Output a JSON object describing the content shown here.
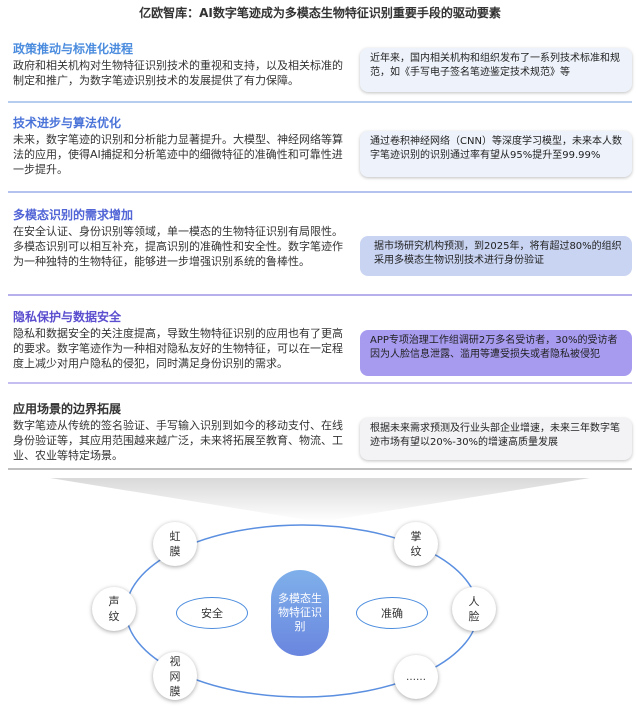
{
  "title": "亿欧智库：AI数字笔迹成为多模态生物特征识别重要手段的驱动要素",
  "colors": {
    "accent_blue": "#4b8cde",
    "accent_purple": "#6a5fd6",
    "callout_light": "#eef3fb",
    "callout_mid": "#c9d4f2",
    "callout_purple": "#a79bf0"
  },
  "sections": [
    {
      "title": "政策推动与标准化进程",
      "body": "政府和相关机构对生物特征识别技术的重视和支持，以及相关标准的制定和推广，为数字笔迹识别技术的发展提供了有力保障。",
      "callout": "近年来，国内相关机构和组织发布了一系列技术标准和规范，如《手写电子签名笔迹鉴定技术规范》等"
    },
    {
      "title": "技术进步与算法优化",
      "body": "未来，数字笔迹的识别和分析能力显著提升。大模型、神经网络等算法的应用，使得AI捕捉和分析笔迹中的细微特征的准确性和可靠性进一步提升。",
      "callout": "通过卷积神经网络（CNN）等深度学习模型，未来本人数字笔迹识别的识别通过率有望从95%提升至99.99%"
    },
    {
      "title": "多模态识别的需求增加",
      "body": "在安全认证、身份识别等领域，单一模态的生物特征识别有局限性。多模态识别可以相互补充，提高识别的准确性和安全性。数字笔迹作为一种独特的生物特征，能够进一步增强识别系统的鲁棒性。",
      "callout": "据市场研究机构预测，到2025年，将有超过80%的组织采用多模态生物识别技术进行身份验证"
    },
    {
      "title": "隐私保护与数据安全",
      "body": "隐私和数据安全的关注度提高，导致生物特征识别的应用也有了更高的要求。数字笔迹作为一种相对隐私友好的生物特征，可以在一定程度上减少对用户隐私的侵犯，同时满足身份识别的需求。",
      "callout": "APP专项治理工作组调研2万多名受访者，30%的受访者因为人脸信息泄露、滥用等遭受损失或者隐私被侵犯"
    },
    {
      "title": "应用场景的边界拓展",
      "body": "数字笔迹从传统的签名验证、手写输入识别到如今的移动支付、在线身份验证等，其应用范围越来越广泛，未来将拓展至教育、物流、工业、农业等特定场景。",
      "callout": "根据未来需求预测及行业头部企业增速，未来三年数字笔迹市场有望以20%-30%的增速高质量发展"
    }
  ],
  "diagram": {
    "center": "多模态生物特征识别",
    "inner_left": "安全",
    "inner_right": "准确",
    "nodes": [
      "虹膜",
      "掌纹",
      "声纹",
      "人脸",
      "视网膜",
      "……"
    ]
  }
}
